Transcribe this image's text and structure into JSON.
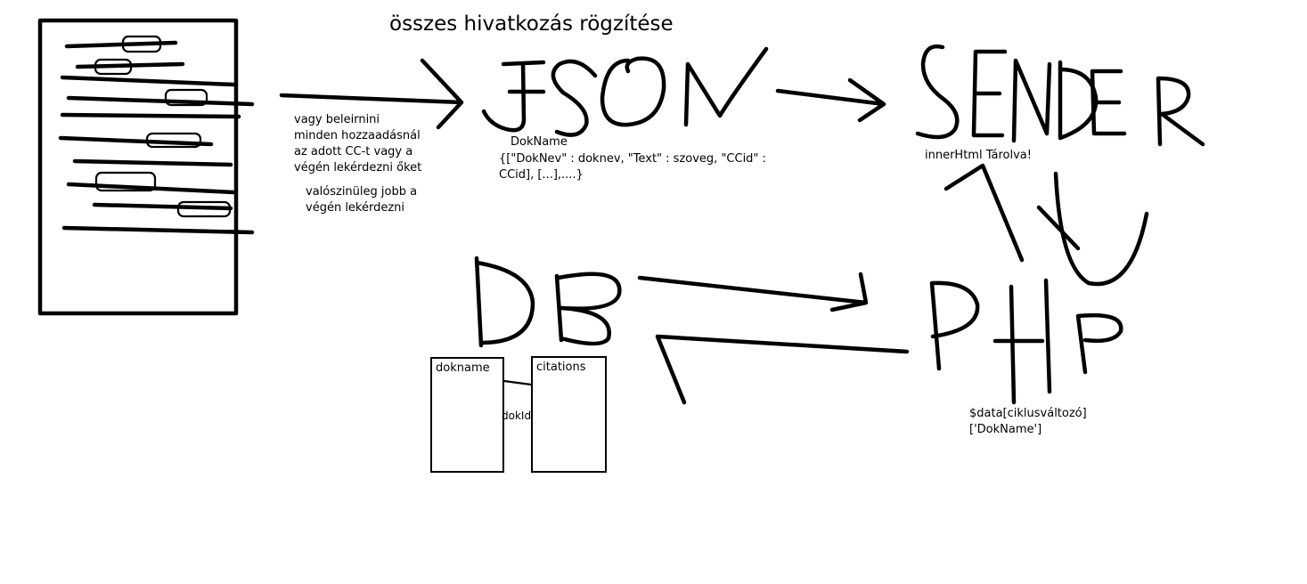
{
  "title": "összes hivatkozás rögzítése",
  "notes": {
    "add_or_query": "vagy beleirnini\nminden hozzaadásnál\naz adott CC-t vagy a\nvégén lekérdezni őket",
    "better_at_end": "valószinüleg jobb a\nvégén lekérdezni",
    "dokname_correction": "DokName",
    "json_format": "{[\"DokNev\" : doknev, \"Text\" : szoveg, \"CCid\" :\nCCid], [...],....}",
    "innerhtml_stored": "innerHtml Tárolva!",
    "php_data": "$data[ciklusváltozó]\n['DokName']",
    "dokid_link": "dokId"
  },
  "handwritten": {
    "json": "JSON",
    "sender": "SENDER",
    "db": "DB",
    "php": "PHP"
  },
  "tables": {
    "left": "dokname",
    "right": "citations"
  }
}
